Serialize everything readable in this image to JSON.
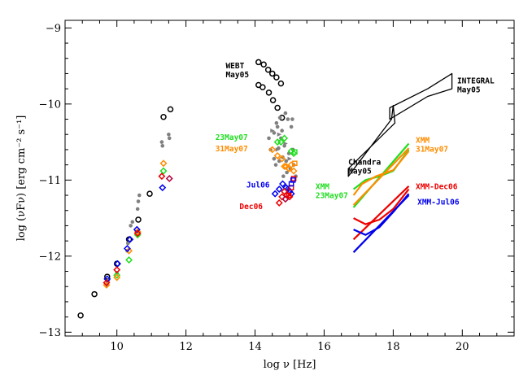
{
  "chart_data": {
    "type": "scatter",
    "xlabel": "log ν [Hz]",
    "ylabel": "log (νFν) [erg cm⁻² s⁻¹]",
    "xlim": [
      8.5,
      21.5
    ],
    "ylim": [
      -13.05,
      -8.9
    ],
    "xticks": [
      10,
      12,
      14,
      16,
      18,
      20
    ],
    "yticks": [
      -13,
      -12,
      -11,
      -10,
      -9
    ],
    "xtick_labels": [
      "10",
      "12",
      "14",
      "16",
      "18",
      "20"
    ],
    "ytick_labels": [
      "−13",
      "−12",
      "−11",
      "−10",
      "−9"
    ],
    "grid": false,
    "colors": {
      "black": "#000000",
      "grey": "#808080",
      "green": "#22dd22",
      "orange": "#ff8c00",
      "blue": "#0000ee",
      "red": "#ee0000",
      "darkred": "#b0003a"
    },
    "series": [
      {
        "marker": "circle",
        "color": "black",
        "points": [
          [
            8.95,
            -12.78
          ],
          [
            9.35,
            -12.5
          ],
          [
            9.72,
            -12.27
          ],
          [
            10.0,
            -12.1
          ],
          [
            10.35,
            -11.78
          ],
          [
            10.62,
            -11.52
          ],
          [
            10.95,
            -11.18
          ],
          [
            11.35,
            -10.17
          ],
          [
            11.55,
            -10.07
          ],
          [
            14.1,
            -9.45
          ],
          [
            14.25,
            -9.48
          ],
          [
            14.38,
            -9.55
          ],
          [
            14.5,
            -9.6
          ],
          [
            14.62,
            -9.65
          ],
          [
            14.75,
            -9.73
          ],
          [
            14.1,
            -9.75
          ],
          [
            14.22,
            -9.78
          ],
          [
            14.4,
            -9.85
          ],
          [
            14.52,
            -9.95
          ],
          [
            14.65,
            -10.05
          ],
          [
            14.78,
            -10.18
          ]
        ]
      },
      {
        "marker": "dot",
        "color": "grey",
        "points": [
          [
            9.72,
            -12.38
          ],
          [
            9.75,
            -12.32
          ],
          [
            10.0,
            -12.22
          ],
          [
            10.3,
            -11.93
          ],
          [
            10.32,
            -11.83
          ],
          [
            10.4,
            -11.6
          ],
          [
            10.45,
            -11.55
          ],
          [
            10.6,
            -11.38
          ],
          [
            10.65,
            -11.2
          ],
          [
            10.62,
            -11.28
          ],
          [
            11.3,
            -10.5
          ],
          [
            11.32,
            -10.55
          ],
          [
            11.5,
            -10.4
          ],
          [
            11.52,
            -10.45
          ],
          [
            14.4,
            -10.45
          ],
          [
            14.55,
            -10.38
          ],
          [
            14.65,
            -10.3
          ],
          [
            14.75,
            -10.45
          ],
          [
            14.85,
            -10.55
          ],
          [
            14.95,
            -10.2
          ],
          [
            15.05,
            -10.3
          ],
          [
            14.98,
            -10.65
          ],
          [
            14.9,
            -10.75
          ],
          [
            14.8,
            -10.7
          ],
          [
            14.7,
            -10.75
          ],
          [
            14.6,
            -10.8
          ],
          [
            14.55,
            -10.72
          ],
          [
            14.62,
            -10.25
          ],
          [
            14.72,
            -10.18
          ],
          [
            14.45,
            -10.6
          ],
          [
            14.82,
            -10.95
          ],
          [
            14.92,
            -10.9
          ],
          [
            15.02,
            -10.85
          ],
          [
            15.12,
            -10.8
          ],
          [
            15.1,
            -10.6
          ],
          [
            15.18,
            -10.95
          ],
          [
            15.08,
            -10.2
          ],
          [
            14.88,
            -10.12
          ],
          [
            14.78,
            -10.35
          ],
          [
            14.68,
            -10.58
          ]
        ]
      },
      {
        "marker": "triangle-right",
        "color": "grey",
        "points": [
          [
            14.5,
            -10.35
          ],
          [
            14.7,
            -10.4
          ],
          [
            14.88,
            -10.52
          ],
          [
            15.0,
            -10.72
          ],
          [
            14.65,
            -10.6
          ]
        ]
      },
      {
        "marker": "diamond",
        "color": "green",
        "points": [
          [
            14.65,
            -10.5
          ],
          [
            14.75,
            -10.5
          ],
          [
            14.85,
            -10.45
          ],
          [
            15.05,
            -10.62
          ],
          [
            15.12,
            -10.65
          ],
          [
            10.6,
            -11.72
          ],
          [
            10.35,
            -12.05
          ],
          [
            10.0,
            -12.25
          ],
          [
            11.35,
            -10.88
          ]
        ]
      },
      {
        "marker": "diamond",
        "color": "orange",
        "points": [
          [
            14.5,
            -10.6
          ],
          [
            14.65,
            -10.68
          ],
          [
            14.78,
            -10.72
          ],
          [
            14.9,
            -10.82
          ],
          [
            14.98,
            -10.85
          ],
          [
            15.05,
            -10.8
          ],
          [
            15.12,
            -10.88
          ],
          [
            14.85,
            -10.82
          ],
          [
            9.7,
            -12.38
          ],
          [
            10.0,
            -12.28
          ],
          [
            10.35,
            -11.93
          ],
          [
            10.6,
            -11.68
          ],
          [
            11.35,
            -10.78
          ]
        ]
      },
      {
        "marker": "diamond",
        "color": "blue",
        "points": [
          [
            14.8,
            -11.05
          ],
          [
            14.9,
            -11.1
          ],
          [
            14.95,
            -11.12
          ],
          [
            15.0,
            -11.15
          ],
          [
            15.05,
            -11.18
          ],
          [
            14.7,
            -11.12
          ],
          [
            14.58,
            -11.18
          ],
          [
            9.72,
            -12.3
          ],
          [
            10.02,
            -12.1
          ],
          [
            10.3,
            -11.9
          ],
          [
            10.38,
            -11.78
          ],
          [
            10.58,
            -11.65
          ],
          [
            11.32,
            -11.1
          ]
        ]
      },
      {
        "marker": "diamond",
        "color": "red",
        "points": [
          [
            14.85,
            -11.15
          ],
          [
            14.92,
            -11.2
          ],
          [
            15.0,
            -11.22
          ],
          [
            14.78,
            -11.22
          ],
          [
            14.7,
            -11.3
          ],
          [
            9.7,
            -12.35
          ],
          [
            10.0,
            -12.18
          ],
          [
            10.6,
            -11.7
          ],
          [
            11.3,
            -10.95
          ]
        ]
      },
      {
        "marker": "diamond",
        "color": "darkred",
        "points": [
          [
            11.52,
            -10.98
          ],
          [
            14.88,
            -11.25
          ]
        ]
      },
      {
        "marker": "square",
        "color": "red",
        "points": [
          [
            15.12,
            -10.98
          ],
          [
            15.05,
            -11.1
          ],
          [
            14.98,
            -11.2
          ]
        ]
      },
      {
        "marker": "square",
        "color": "blue",
        "points": [
          [
            15.05,
            -11.05
          ],
          [
            15.1,
            -11.0
          ]
        ]
      },
      {
        "marker": "square",
        "color": "green",
        "points": [
          [
            15.15,
            -10.63
          ]
        ]
      },
      {
        "marker": "square",
        "color": "orange",
        "points": [
          [
            15.15,
            -10.78
          ]
        ]
      }
    ],
    "lines": [
      {
        "color": "black",
        "closed": true,
        "points": [
          [
            16.7,
            -10.95
          ],
          [
            17.95,
            -10.2
          ],
          [
            18.0,
            -10.02
          ],
          [
            18.05,
            -10.25
          ],
          [
            16.7,
            -10.85
          ]
        ]
      },
      {
        "color": "black",
        "closed": true,
        "points": [
          [
            17.9,
            -10.2
          ],
          [
            19.0,
            -9.9
          ],
          [
            19.7,
            -9.8
          ],
          [
            19.7,
            -9.6
          ],
          [
            19.0,
            -9.8
          ],
          [
            17.9,
            -10.05
          ]
        ]
      },
      {
        "color": "green",
        "points": [
          [
            16.85,
            -11.36
          ],
          [
            18.45,
            -10.52
          ]
        ]
      },
      {
        "color": "green",
        "points": [
          [
            16.85,
            -11.12
          ],
          [
            17.2,
            -11.0
          ],
          [
            17.6,
            -10.95
          ],
          [
            18.0,
            -10.88
          ],
          [
            18.45,
            -10.6
          ]
        ]
      },
      {
        "color": "orange",
        "points": [
          [
            16.85,
            -11.33
          ],
          [
            18.45,
            -10.58
          ]
        ]
      },
      {
        "color": "orange",
        "points": [
          [
            16.85,
            -11.2
          ],
          [
            17.1,
            -11.05
          ],
          [
            17.5,
            -10.95
          ],
          [
            18.0,
            -10.87
          ],
          [
            18.45,
            -10.62
          ]
        ]
      },
      {
        "color": "red",
        "points": [
          [
            16.85,
            -11.78
          ],
          [
            18.45,
            -11.08
          ]
        ]
      },
      {
        "color": "red",
        "points": [
          [
            16.85,
            -11.5
          ],
          [
            17.2,
            -11.58
          ],
          [
            17.6,
            -11.52
          ],
          [
            18.0,
            -11.38
          ],
          [
            18.45,
            -11.12
          ]
        ]
      },
      {
        "color": "blue",
        "points": [
          [
            16.85,
            -11.95
          ],
          [
            18.45,
            -11.2
          ]
        ]
      },
      {
        "color": "blue",
        "points": [
          [
            16.85,
            -11.65
          ],
          [
            17.2,
            -11.72
          ],
          [
            17.6,
            -11.62
          ],
          [
            18.0,
            -11.42
          ],
          [
            18.45,
            -11.18
          ]
        ]
      }
    ],
    "annotations": [
      {
        "lines": [
          "WEBT",
          "May05"
        ],
        "color": "black",
        "x": 13.15,
        "y": -9.53
      },
      {
        "lines": [
          "INTEGRAL",
          "May05"
        ],
        "color": "black",
        "x": 19.85,
        "y": -9.73
      },
      {
        "lines": [
          "Chandra",
          "May05"
        ],
        "color": "black",
        "x": 16.7,
        "y": -10.8
      },
      {
        "lines": [
          "23May07"
        ],
        "color": "green",
        "x": 12.85,
        "y": -10.47
      },
      {
        "lines": [
          "31May07"
        ],
        "color": "orange",
        "x": 12.85,
        "y": -10.62
      },
      {
        "lines": [
          "Jul06"
        ],
        "color": "blue",
        "x": 13.75,
        "y": -11.1
      },
      {
        "lines": [
          "Dec06"
        ],
        "color": "red",
        "x": 13.55,
        "y": -11.38
      },
      {
        "lines": [
          "XMM",
          "31May07"
        ],
        "color": "orange",
        "x": 18.65,
        "y": -10.51
      },
      {
        "lines": [
          "XMM",
          "23May07"
        ],
        "color": "green",
        "x": 15.75,
        "y": -11.12
      },
      {
        "lines": [
          "XMM-Dec06"
        ],
        "color": "red",
        "x": 18.65,
        "y": -11.12
      },
      {
        "lines": [
          "XMM-Jul06"
        ],
        "color": "blue",
        "x": 18.7,
        "y": -11.32
      }
    ]
  }
}
